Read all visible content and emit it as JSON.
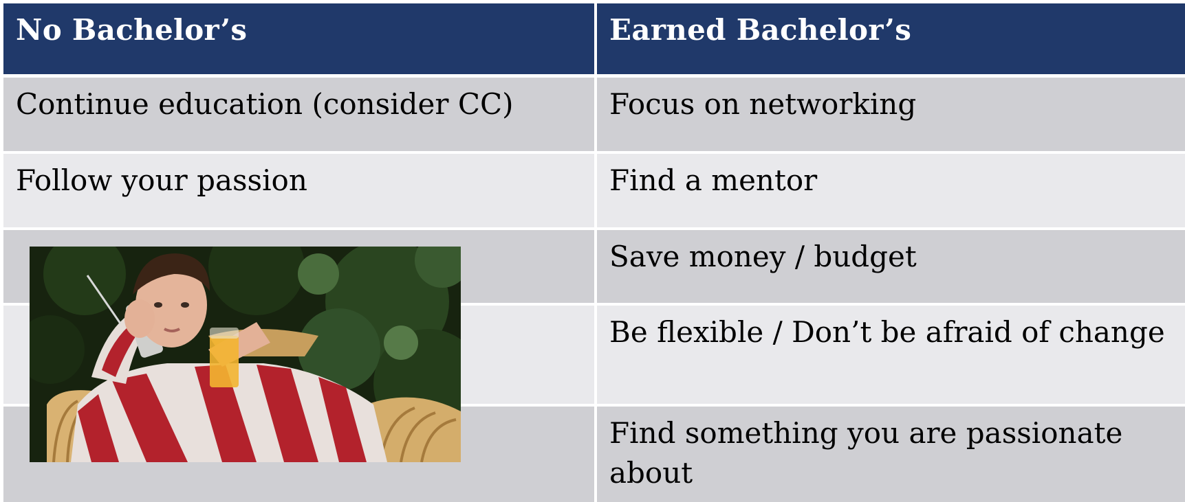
{
  "table": {
    "headers": [
      "No Bachelor’s",
      "Earned Bachelor’s"
    ],
    "rows": [
      [
        "Continue education (consider CC)",
        "Focus on networking"
      ],
      [
        "Follow your passion",
        "Find a mentor"
      ],
      [
        "",
        "Save money / budget"
      ],
      [
        "",
        "Be flexible / Don’t be afraid of change"
      ],
      [
        "",
        "Find something you are passionate about"
      ]
    ]
  },
  "colors": {
    "header_bg": "#20396a",
    "row_odd_bg": "#cfcfd3",
    "row_even_bg": "#e9e9ec"
  }
}
